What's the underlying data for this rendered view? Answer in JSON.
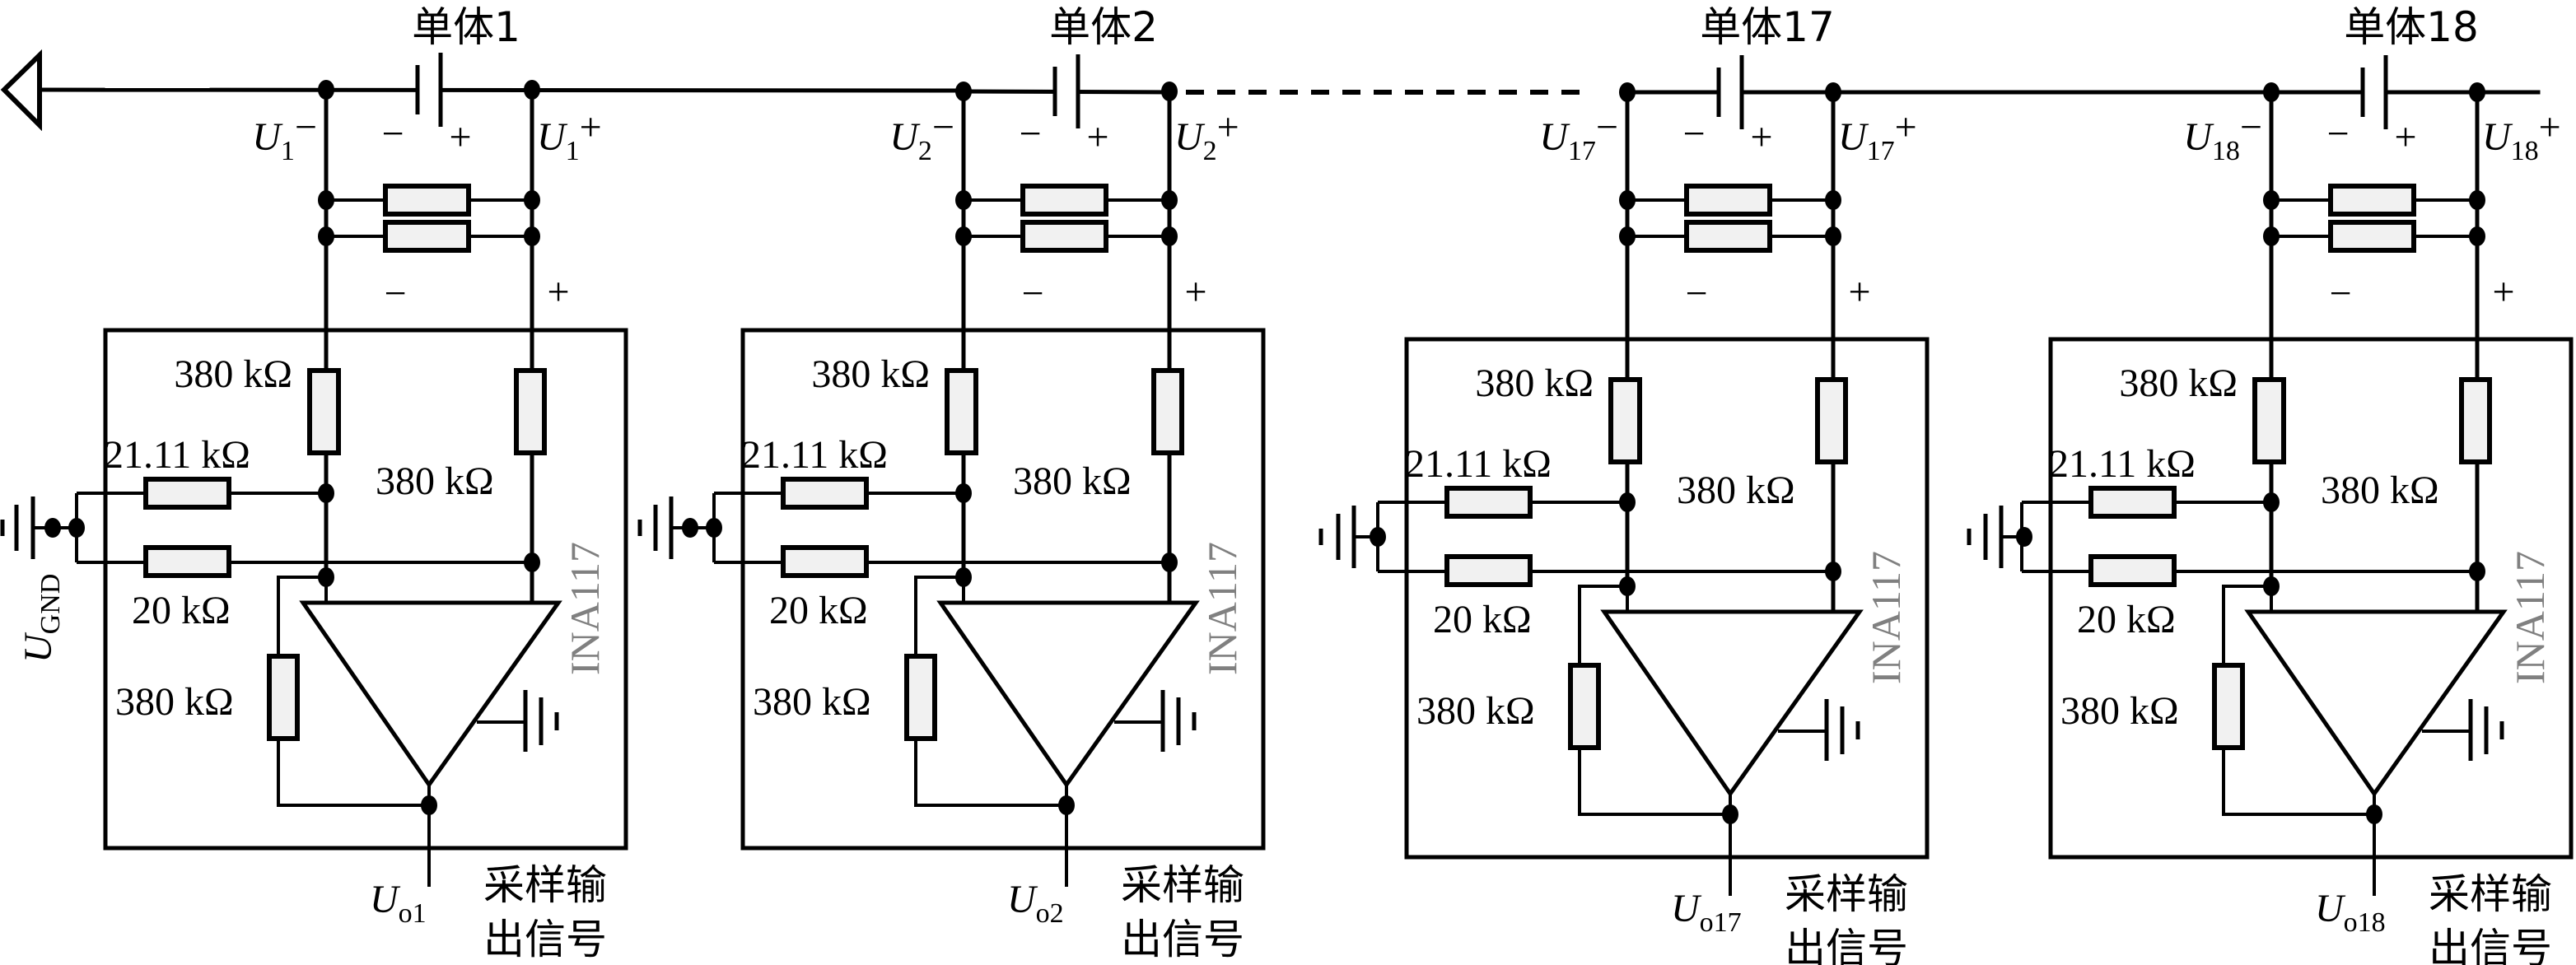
{
  "figure": {
    "type": "battery cell voltage sampling circuit",
    "ground_label": {
      "main": "U",
      "sub": "GND"
    },
    "bus_continuation": "dashed",
    "colors": {
      "line": "#000000",
      "resistor_fill": "#f1f1f1",
      "chip_label": "#808080"
    }
  },
  "modules": [
    {
      "unit_label": "单体1",
      "u_minus": {
        "main": "U",
        "sub": "1",
        "sign": "−"
      },
      "u_plus": {
        "main": "U",
        "sub": "1",
        "sign": "+"
      },
      "battery_minus": "−",
      "battery_plus": "+",
      "input_minus": "−",
      "input_plus": "+",
      "r_top_left": "380 kΩ",
      "r_ref": "21.11 kΩ",
      "r_top_right": "380 kΩ",
      "r_gnd": "20 kΩ",
      "r_feedback": "380 kΩ",
      "chip": "INA117",
      "output": {
        "main": "U",
        "sub": "o1"
      },
      "output_desc_line1": "采样输",
      "output_desc_line2": "出信号"
    },
    {
      "unit_label": "单体2",
      "u_minus": {
        "main": "U",
        "sub": "2",
        "sign": "−"
      },
      "u_plus": {
        "main": "U",
        "sub": "2",
        "sign": "+"
      },
      "battery_minus": "−",
      "battery_plus": "+",
      "input_minus": "−",
      "input_plus": "+",
      "r_top_left": "380 kΩ",
      "r_ref": "21.11 kΩ",
      "r_top_right": "380 kΩ",
      "r_gnd": "20 kΩ",
      "r_feedback": "380 kΩ",
      "chip": "INA117",
      "output": {
        "main": "U",
        "sub": "o2"
      },
      "output_desc_line1": "采样输",
      "output_desc_line2": "出信号"
    },
    {
      "unit_label": "单体17",
      "u_minus": {
        "main": "U",
        "sub": "17",
        "sign": "−"
      },
      "u_plus": {
        "main": "U",
        "sub": "17",
        "sign": "+"
      },
      "battery_minus": "−",
      "battery_plus": "+",
      "input_minus": "−",
      "input_plus": "+",
      "r_top_left": "380 kΩ",
      "r_ref": "21.11 kΩ",
      "r_top_right": "380 kΩ",
      "r_gnd": "20 kΩ",
      "r_feedback": "380 kΩ",
      "chip": "INA117",
      "output": {
        "main": "U",
        "sub": "o17"
      },
      "output_desc_line1": "采样输",
      "output_desc_line2": "出信号"
    },
    {
      "unit_label": "单体18",
      "u_minus": {
        "main": "U",
        "sub": "18",
        "sign": "−"
      },
      "u_plus": {
        "main": "U",
        "sub": "18",
        "sign": "+"
      },
      "battery_minus": "−",
      "battery_plus": "+",
      "input_minus": "−",
      "input_plus": "+",
      "r_top_left": "380 kΩ",
      "r_ref": "21.11 kΩ",
      "r_top_right": "380 kΩ",
      "r_gnd": "20 kΩ",
      "r_feedback": "380 kΩ",
      "chip": "INA117",
      "output": {
        "main": "U",
        "sub": "o18"
      },
      "output_desc_line1": "采样输",
      "output_desc_line2": "出信号"
    }
  ]
}
